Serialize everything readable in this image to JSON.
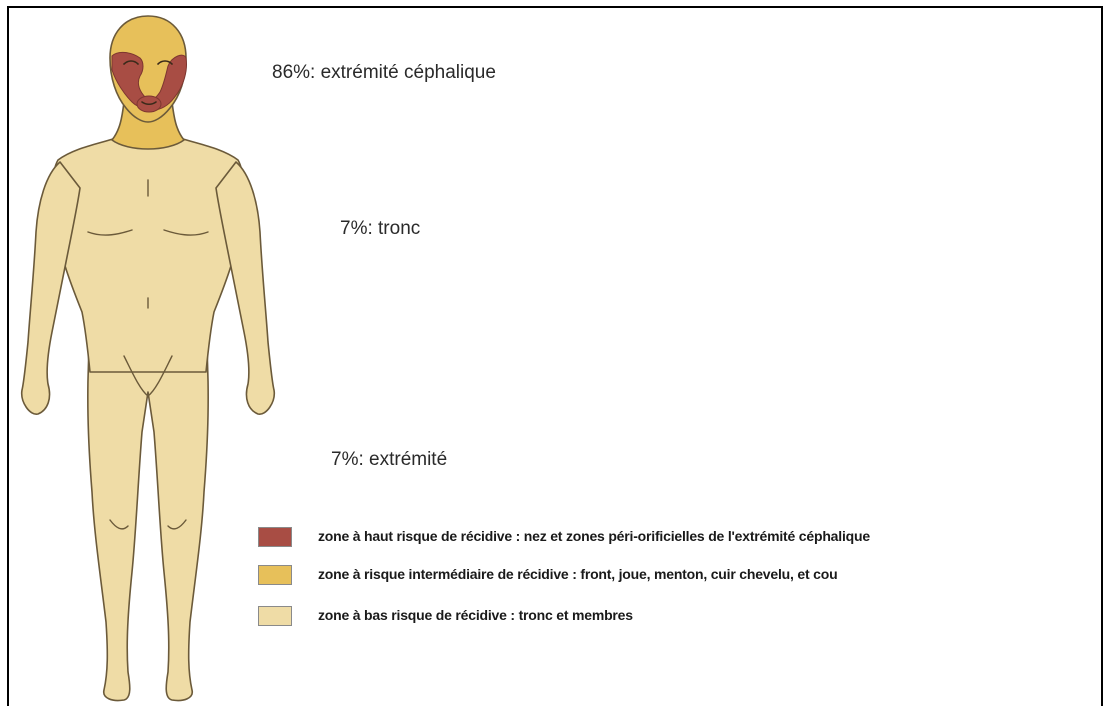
{
  "labels": {
    "head": "86%: extrémité céphalique",
    "trunk": "7%: tronc",
    "limbs": "7%: extrémité"
  },
  "legend": [
    {
      "text": "zone à haut risque de récidive : nez et zones péri-orificielles de l'extrémité céphalique",
      "color": "#a84d44"
    },
    {
      "text": "zone à risque intermédiaire  de récidive : front, joue, menton, cuir chevelu, et cou",
      "color": "#e7c05a"
    },
    {
      "text": "zone à bas risque de récidive : tronc et membres",
      "color": "#efdca6"
    }
  ],
  "colors": {
    "high_risk": "#a84d44",
    "intermediate_risk": "#e7c05a",
    "low_risk": "#efdca6",
    "outline": "#6b5a3a"
  }
}
